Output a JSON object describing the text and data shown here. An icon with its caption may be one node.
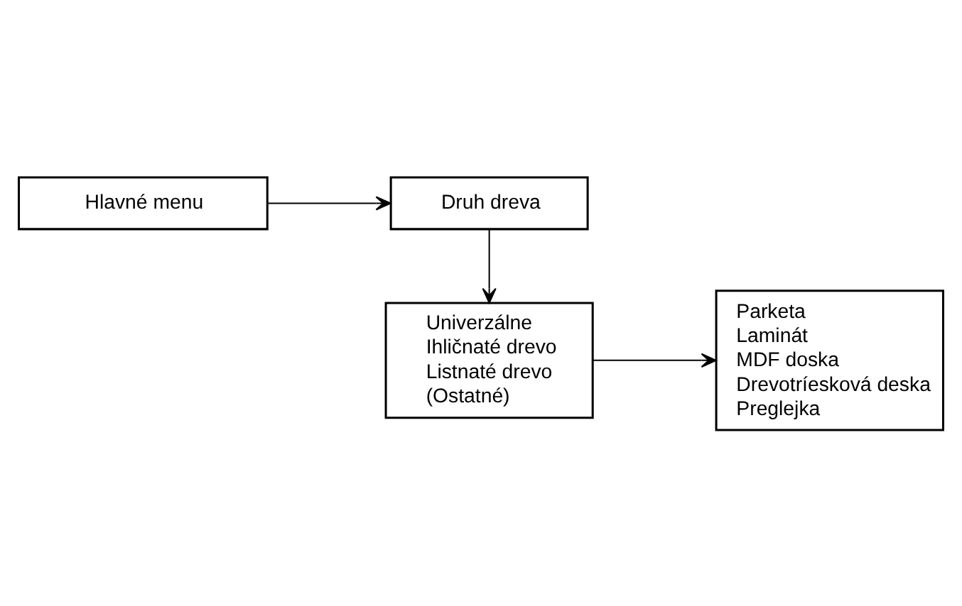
{
  "diagram": {
    "nodes": [
      {
        "text": [
          "Hlavné menu"
        ]
      },
      {
        "text": [
          "Druh dreva"
        ]
      },
      {
        "text": [
          "Univerzálne",
          "Ihličnaté drevo",
          "Listnaté drevo",
          "(Ostatné)"
        ]
      },
      {
        "text": [
          "Parketa",
          "Laminát",
          "MDF doska",
          "Drevotríesková deska",
          "Preglejka"
        ]
      }
    ],
    "edges": [
      {
        "from": 0,
        "to": 1,
        "arrow": "to"
      },
      {
        "from": 1,
        "to": 2,
        "arrow": "to"
      },
      {
        "from": 2,
        "to": 3,
        "arrow": "to"
      }
    ]
  }
}
